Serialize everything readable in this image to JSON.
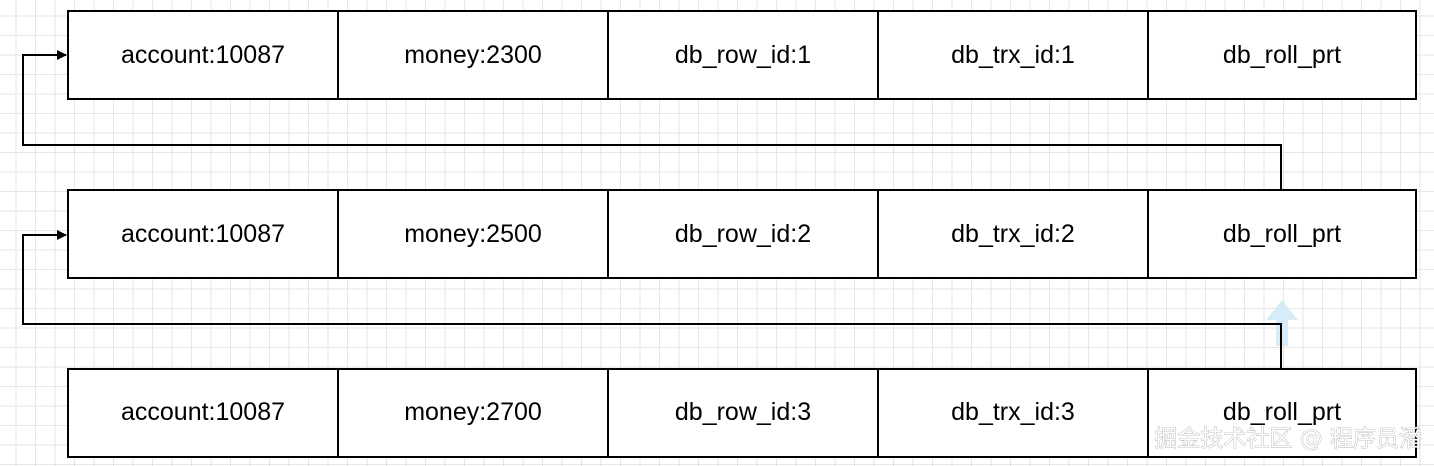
{
  "records": [
    {
      "cells": [
        "account:10087",
        "money:2300",
        "db_row_id:1",
        "db_trx_id:1",
        "db_roll_prt"
      ]
    },
    {
      "cells": [
        "account:10087",
        "money:2500",
        "db_row_id:2",
        "db_trx_id:2",
        "db_roll_prt"
      ]
    },
    {
      "cells": [
        "account:10087",
        "money:2700",
        "db_row_id:3",
        "db_trx_id:3",
        "db_roll_prt"
      ]
    }
  ],
  "watermark": "掘金技术社区 @ 程序员潘",
  "colors": {
    "border": "#000000",
    "arrow": "#000000",
    "cell_fill": "#ffffff",
    "grid": "#e6e6e6",
    "hint_arrow": "#d7ecf8"
  }
}
